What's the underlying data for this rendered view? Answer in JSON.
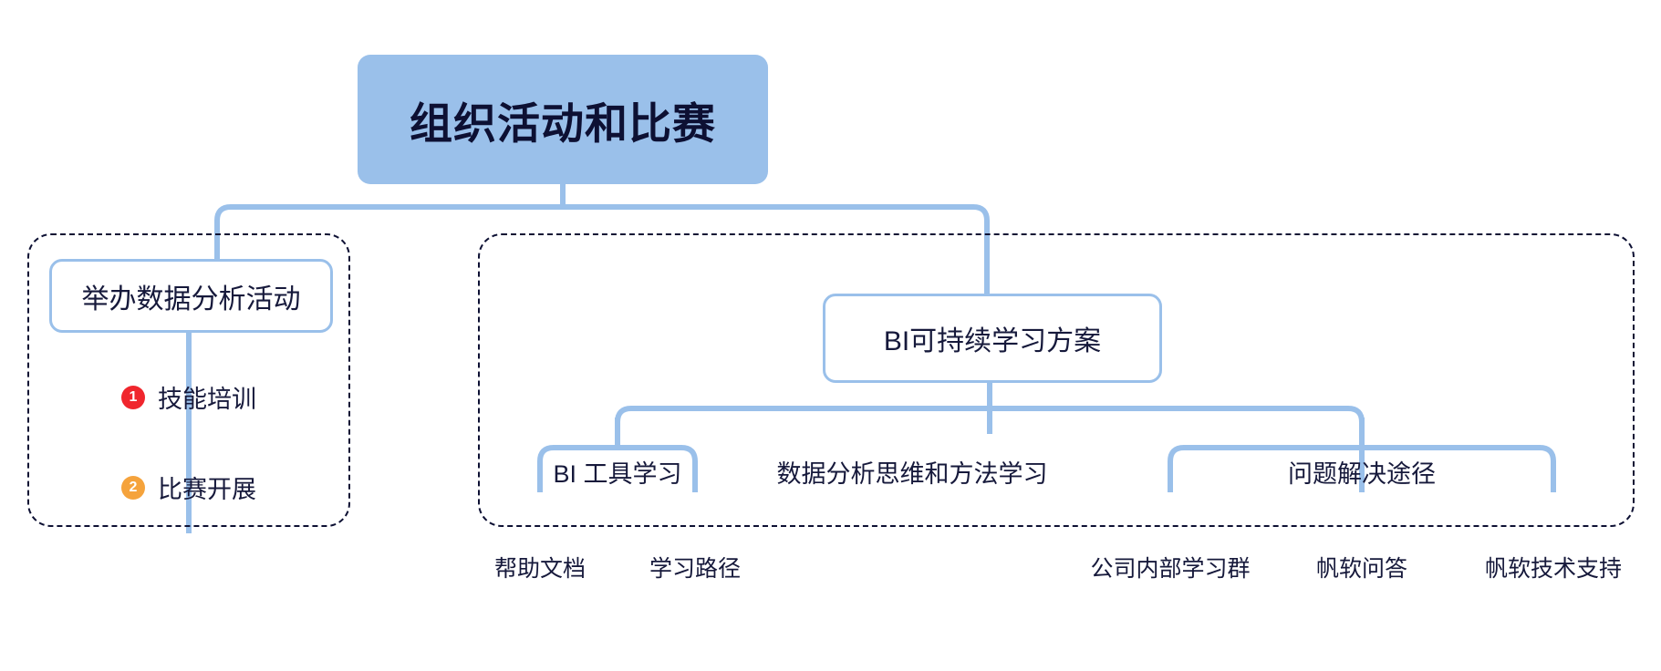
{
  "diagram": {
    "type": "mindmap-tree",
    "title": "组织活动和比赛",
    "palette": {
      "root_fill": "#9AC0EA",
      "connector": "#9AC0EA",
      "node_border": "#9AC0EA",
      "text": "#16193B",
      "root_text": "#0D1033",
      "dashed_border": "#0D1033",
      "badge_1": "#F0262D",
      "badge_2": "#F5A33C"
    },
    "root": {
      "label": "组织活动和比赛"
    },
    "groups": [
      {
        "id": "left",
        "node": {
          "label": "举办数据分析活动"
        },
        "items": [
          {
            "number": "1",
            "label": "技能培训",
            "color": "#F0262D"
          },
          {
            "number": "2",
            "label": "比赛开展",
            "color": "#F5A33C"
          }
        ]
      },
      {
        "id": "right",
        "node": {
          "label": "BI可持续学习方案"
        },
        "branches": [
          {
            "label": "BI 工具学习",
            "children": [
              "帮助文档",
              "学习路径"
            ]
          },
          {
            "label": "数据分析思维和方法学习",
            "children": []
          },
          {
            "label": "问题解决途径",
            "children": [
              "公司内部学习群",
              "帆软问答",
              "帆软技术支持"
            ]
          }
        ]
      }
    ]
  }
}
